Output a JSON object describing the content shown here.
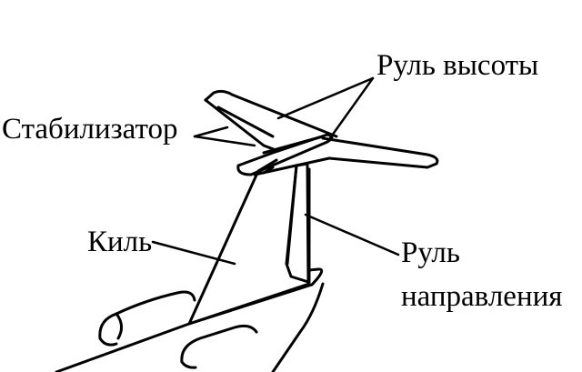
{
  "labels": {
    "elevator": "Руль высоты",
    "stabilizer": "Стабилизатор",
    "fin": "Киль",
    "rudder_line1": "Руль",
    "rudder_line2": "направления"
  },
  "colors": {
    "stroke": "#000000",
    "background": "#ffffff"
  }
}
